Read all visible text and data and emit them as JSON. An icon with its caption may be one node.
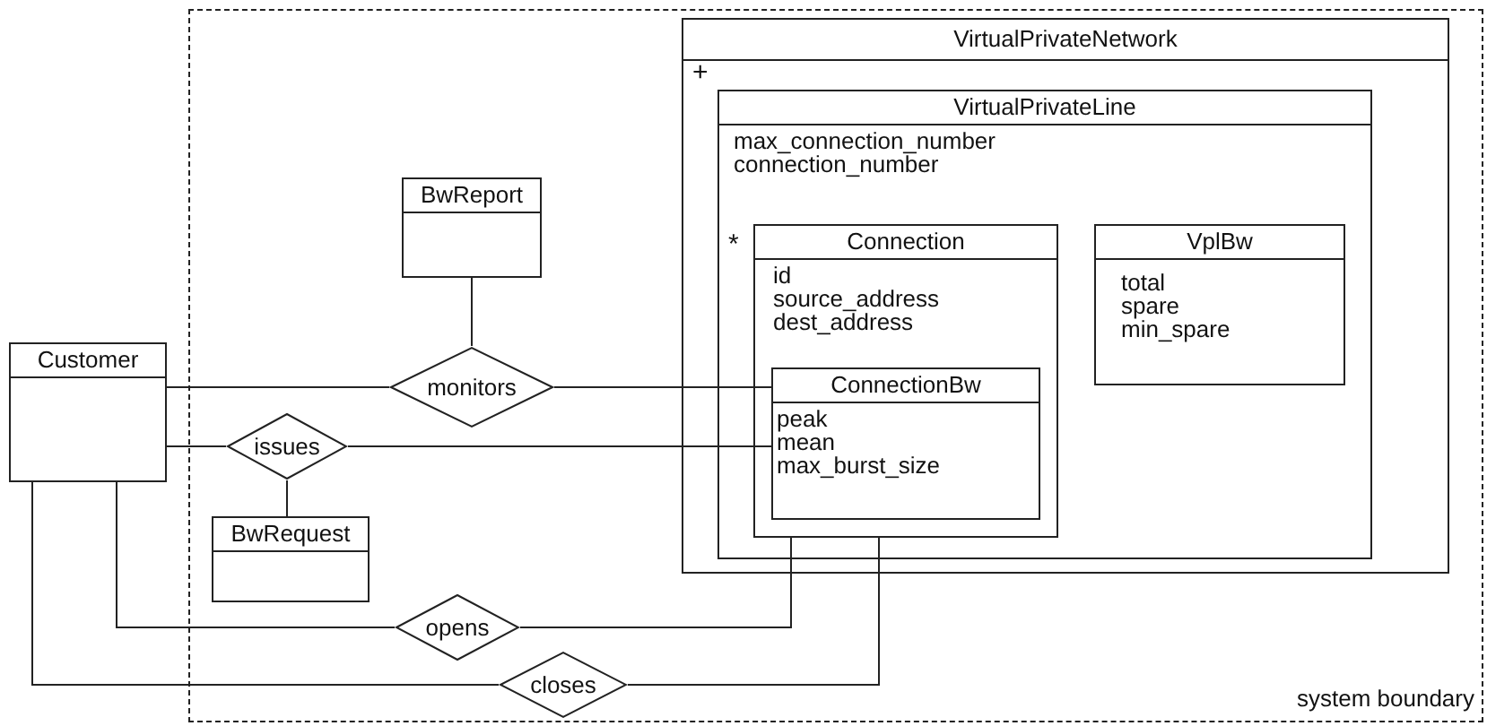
{
  "diagram": {
    "nodes": [
      {
        "text": [
          "system boundary"
        ]
      },
      {
        "text": [
          "VirtualPrivateNetwork"
        ],
        "in": 0
      },
      {
        "text": [
          "VirtualPrivateLine",
          "max_connection_number",
          "connection_number"
        ],
        "in": 1
      },
      {
        "text": [
          "Connection",
          "id",
          "source_address",
          "dest_address"
        ],
        "in": 2
      },
      {
        "text": [
          "ConnectionBw",
          "peak",
          "mean",
          "max_burst_size"
        ],
        "in": 3
      },
      {
        "text": [
          "VplBw",
          "total",
          "spare",
          "min_spare"
        ],
        "in": 2
      },
      {
        "text": [
          "BwReport"
        ],
        "in": 0
      },
      {
        "text": [
          "Customer"
        ]
      },
      {
        "text": [
          "monitors"
        ],
        "in": 0
      },
      {
        "text": [
          "issues"
        ],
        "in": 0
      },
      {
        "text": [
          "BwRequest"
        ],
        "in": 0
      },
      {
        "text": [
          "opens"
        ],
        "in": 0
      },
      {
        "text": [
          "closes"
        ],
        "in": 0
      }
    ],
    "edges": [
      {
        "from": 7,
        "to": 8,
        "arrow": "none"
      },
      {
        "from": 6,
        "to": 8,
        "arrow": "none"
      },
      {
        "from": 8,
        "to": 4,
        "arrow": "none"
      },
      {
        "from": 7,
        "to": 9,
        "arrow": "none"
      },
      {
        "from": 9,
        "to": 4,
        "arrow": "none"
      },
      {
        "from": 9,
        "to": 10,
        "arrow": "none"
      },
      {
        "from": 7,
        "to": 11,
        "arrow": "none"
      },
      {
        "from": 11,
        "to": 3,
        "arrow": "none"
      },
      {
        "from": 7,
        "to": 12,
        "arrow": "none"
      },
      {
        "from": 12,
        "to": 3,
        "arrow": "none"
      }
    ],
    "labels": [
      "+",
      "*"
    ]
  }
}
